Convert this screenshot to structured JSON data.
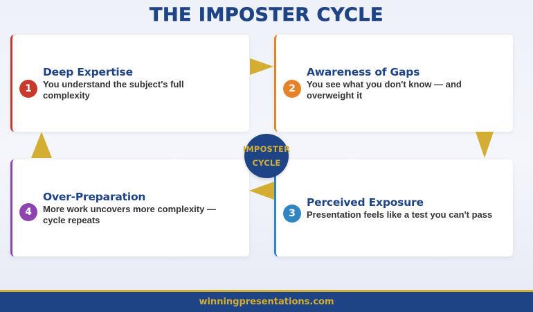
{
  "title": "THE IMPOSTER CYCLE",
  "center": {
    "line1": "IMPOSTER",
    "line2": "CYCLE"
  },
  "steps": [
    {
      "number": "1",
      "title": "Deep Expertise",
      "description": "You understand the subject's full complexity",
      "color": "#c8392b"
    },
    {
      "number": "2",
      "title": "Awareness of Gaps",
      "description": "You see what you don't know — and overweight it",
      "color": "#e6832a"
    },
    {
      "number": "3",
      "title": "Perceived Exposure",
      "description": "Presentation feels like a test you can't pass",
      "color": "#2f86c3"
    },
    {
      "number": "4",
      "title": "Over-Preparation",
      "description": "More work uncovers more complexity — cycle repeats",
      "color": "#8e44ad"
    }
  ],
  "arrows": [
    {
      "from": "1",
      "to": "2",
      "direction": "right"
    },
    {
      "from": "2",
      "to": "3",
      "direction": "down"
    },
    {
      "from": "3",
      "to": "4",
      "direction": "left"
    },
    {
      "from": "4",
      "to": "1",
      "direction": "up"
    }
  ],
  "colors": {
    "primary": "#1e4485",
    "accent": "#d4ae33"
  },
  "footer": {
    "text": "winningpresentations.com"
  }
}
